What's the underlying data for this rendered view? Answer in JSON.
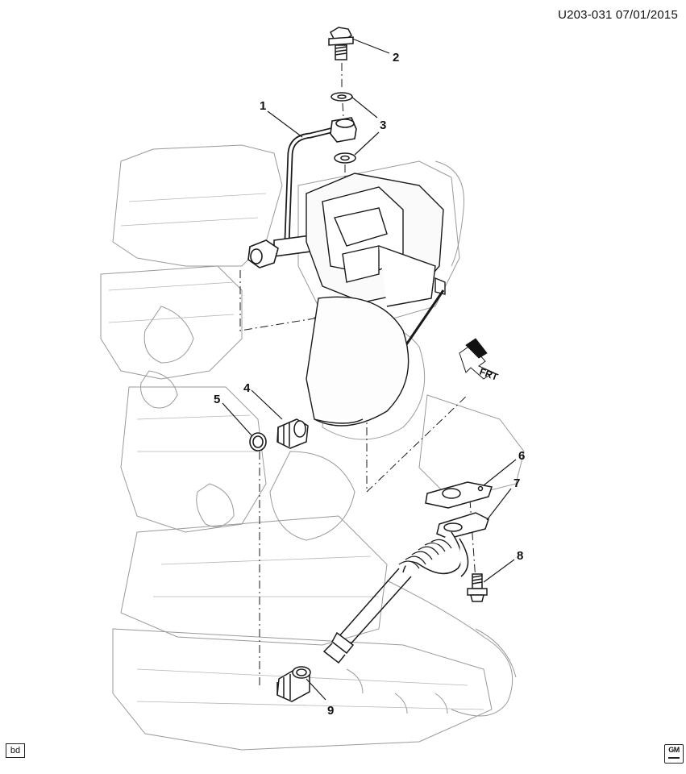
{
  "header": {
    "code": "U203-031  07/01/2015"
  },
  "callouts": [
    {
      "id": "1",
      "label": "1"
    },
    {
      "id": "2",
      "label": "2"
    },
    {
      "id": "3",
      "label": "3"
    },
    {
      "id": "4",
      "label": "4"
    },
    {
      "id": "5",
      "label": "5"
    },
    {
      "id": "6",
      "label": "6"
    },
    {
      "id": "7",
      "label": "7"
    },
    {
      "id": "8",
      "label": "8"
    },
    {
      "id": "9",
      "label": "9"
    }
  ],
  "direction_marker": {
    "label": "FRT"
  },
  "footer": {
    "tag": "bd",
    "logo_text": "GM"
  },
  "colors": {
    "line": "#1a1a1a",
    "ghost": "#9a9a9a",
    "ink": "#111111"
  }
}
